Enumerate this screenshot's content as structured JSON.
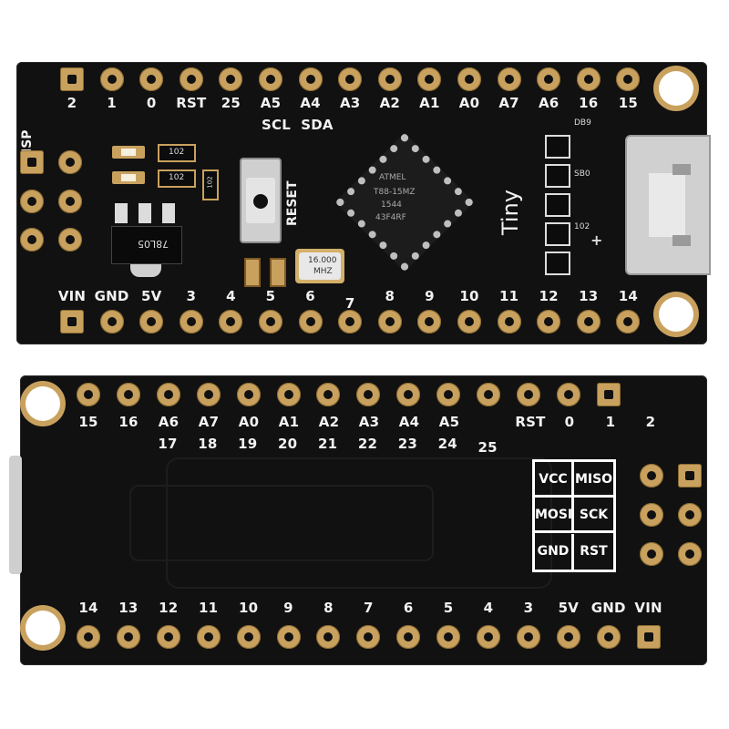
{
  "top_board": {
    "top_labels": [
      "2",
      "1",
      "0",
      "RST",
      "25",
      "A5",
      "A4",
      "A3",
      "A2",
      "A1",
      "A0",
      "A7",
      "A6",
      "16",
      "15"
    ],
    "i2c_labels": [
      "SCL",
      "SDA"
    ],
    "bottom_labels": [
      "VIN",
      "GND",
      "5V",
      "3",
      "4",
      "5",
      "6",
      "7",
      "8",
      "9",
      "10",
      "11",
      "12",
      "13",
      "14"
    ],
    "isp_label": "ISP",
    "reset_label": "RESET",
    "brand_label": "Tiny",
    "chip_text": [
      "ATMEL",
      "T88-15MZ",
      "1544",
      "43F4RF"
    ],
    "crystal_text": [
      "16.000",
      "MHZ"
    ],
    "regulator_text": "78L05",
    "resistor_labels": [
      "102",
      "102",
      "102"
    ],
    "diode_labels": [
      "DB9",
      "SB0",
      "102"
    ],
    "plus_sign": "+"
  },
  "bottom_board": {
    "top_labels": [
      "15",
      "16",
      "A6",
      "A7",
      "A0",
      "A1",
      "A2",
      "A3",
      "A4",
      "A5",
      "RST",
      "0",
      "1",
      "2"
    ],
    "top_numbers": [
      "17",
      "18",
      "19",
      "20",
      "21",
      "22",
      "23",
      "24",
      "25"
    ],
    "bottom_labels": [
      "14",
      "13",
      "12",
      "11",
      "10",
      "9",
      "8",
      "7",
      "6",
      "5",
      "4",
      "3",
      "5V",
      "GND",
      "VIN"
    ],
    "isp_table": [
      [
        "VCC",
        "MISO"
      ],
      [
        "MOSI",
        "SCK"
      ],
      [
        "GND",
        "RST"
      ]
    ]
  }
}
